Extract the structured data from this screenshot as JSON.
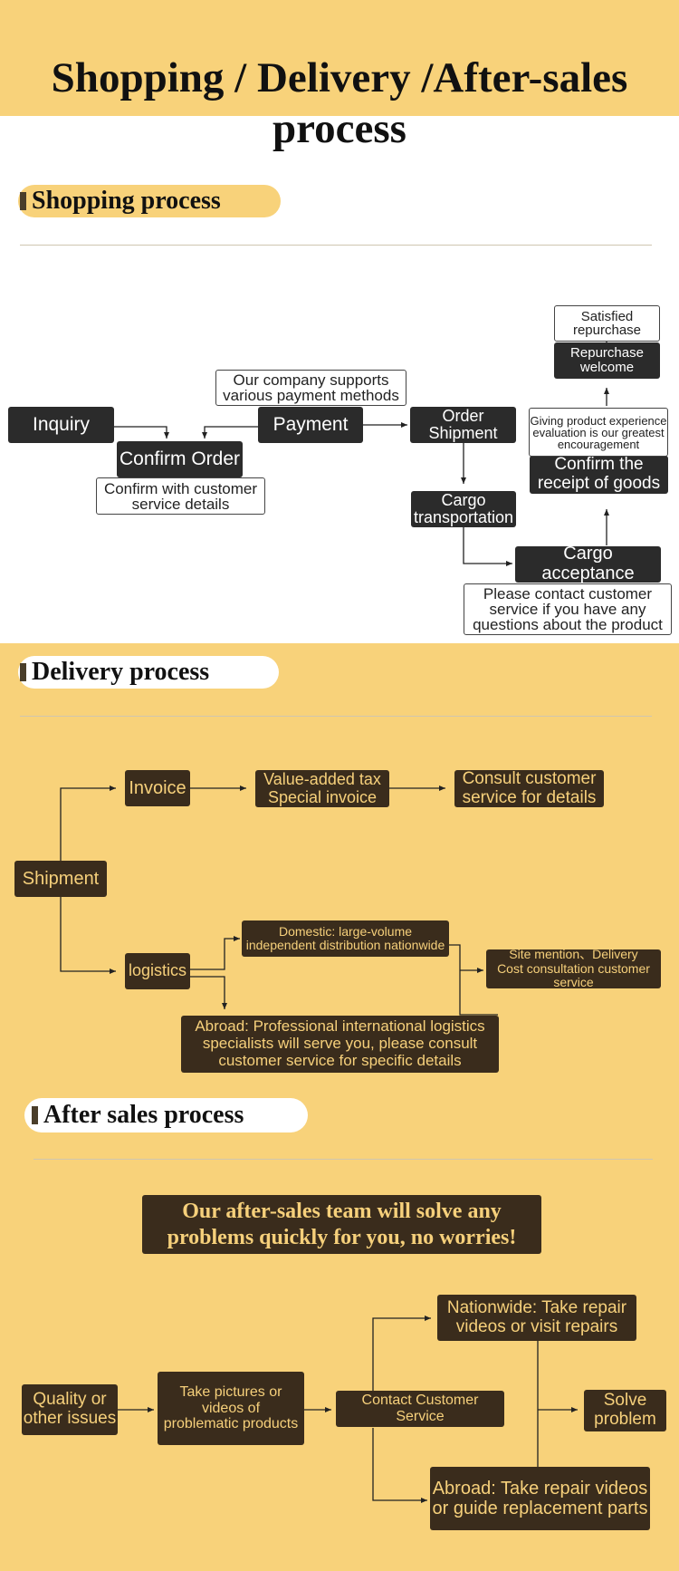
{
  "header": {
    "title": "Shopping / Delivery /After-sales process"
  },
  "shopping": {
    "heading": "Shopping process",
    "inquiry": "Inquiry",
    "payment": "Payment",
    "payment_note": "Our company supports\nvarious payment methods",
    "confirm_order": "Confirm Order",
    "confirm_note": "Confirm with customer\nservice details",
    "order_shipment": "Order\nShipment",
    "cargo_transport": "Cargo\ntransportation",
    "cargo_acceptance": "Cargo acceptance",
    "contact_note": "Please contact customer\nservice if you have any\nquestions about the product",
    "confirm_receipt": "Confirm the\nreceipt of goods",
    "evaluation_note": "Giving product experience\nevaluation is our greatest\nencouragement",
    "repurchase_welcome": "Repurchase welcome",
    "satisfied": "Satisfied repurchase"
  },
  "delivery": {
    "heading": "Delivery process",
    "shipment": "Shipment",
    "invoice": "Invoice",
    "vat": "Value-added tax\nSpecial invoice",
    "consult": "Consult customer\nservice for details",
    "logistics": "logistics",
    "domestic": "Domestic: large-volume\nindependent distribution nationwide",
    "site": "Site mention、Delivery\nCost consultation customer service",
    "abroad": "Abroad: Professional international logistics\nspecialists will serve you, please consult\ncustomer service for specific details"
  },
  "aftersales": {
    "heading": "After sales process",
    "slogan": "Our after-sales team will solve any\nproblems quickly for you, no worries!",
    "quality": "Quality or\nother issues",
    "pictures": "Take pictures or\nvideos of\nproblematic products",
    "contact": "Contact Customer Service",
    "nationwide": "Nationwide: Take repair\nvideos or visit repairs",
    "abroad": "Abroad: Take repair videos\nor guide replacement parts",
    "solve": "Solve\nproblem"
  },
  "colors": {
    "yellow": "#f8d27a",
    "dark_box": "#2b2b2b",
    "brown_box": "#3a2c1c",
    "gold_text": "#f6d07b"
  }
}
